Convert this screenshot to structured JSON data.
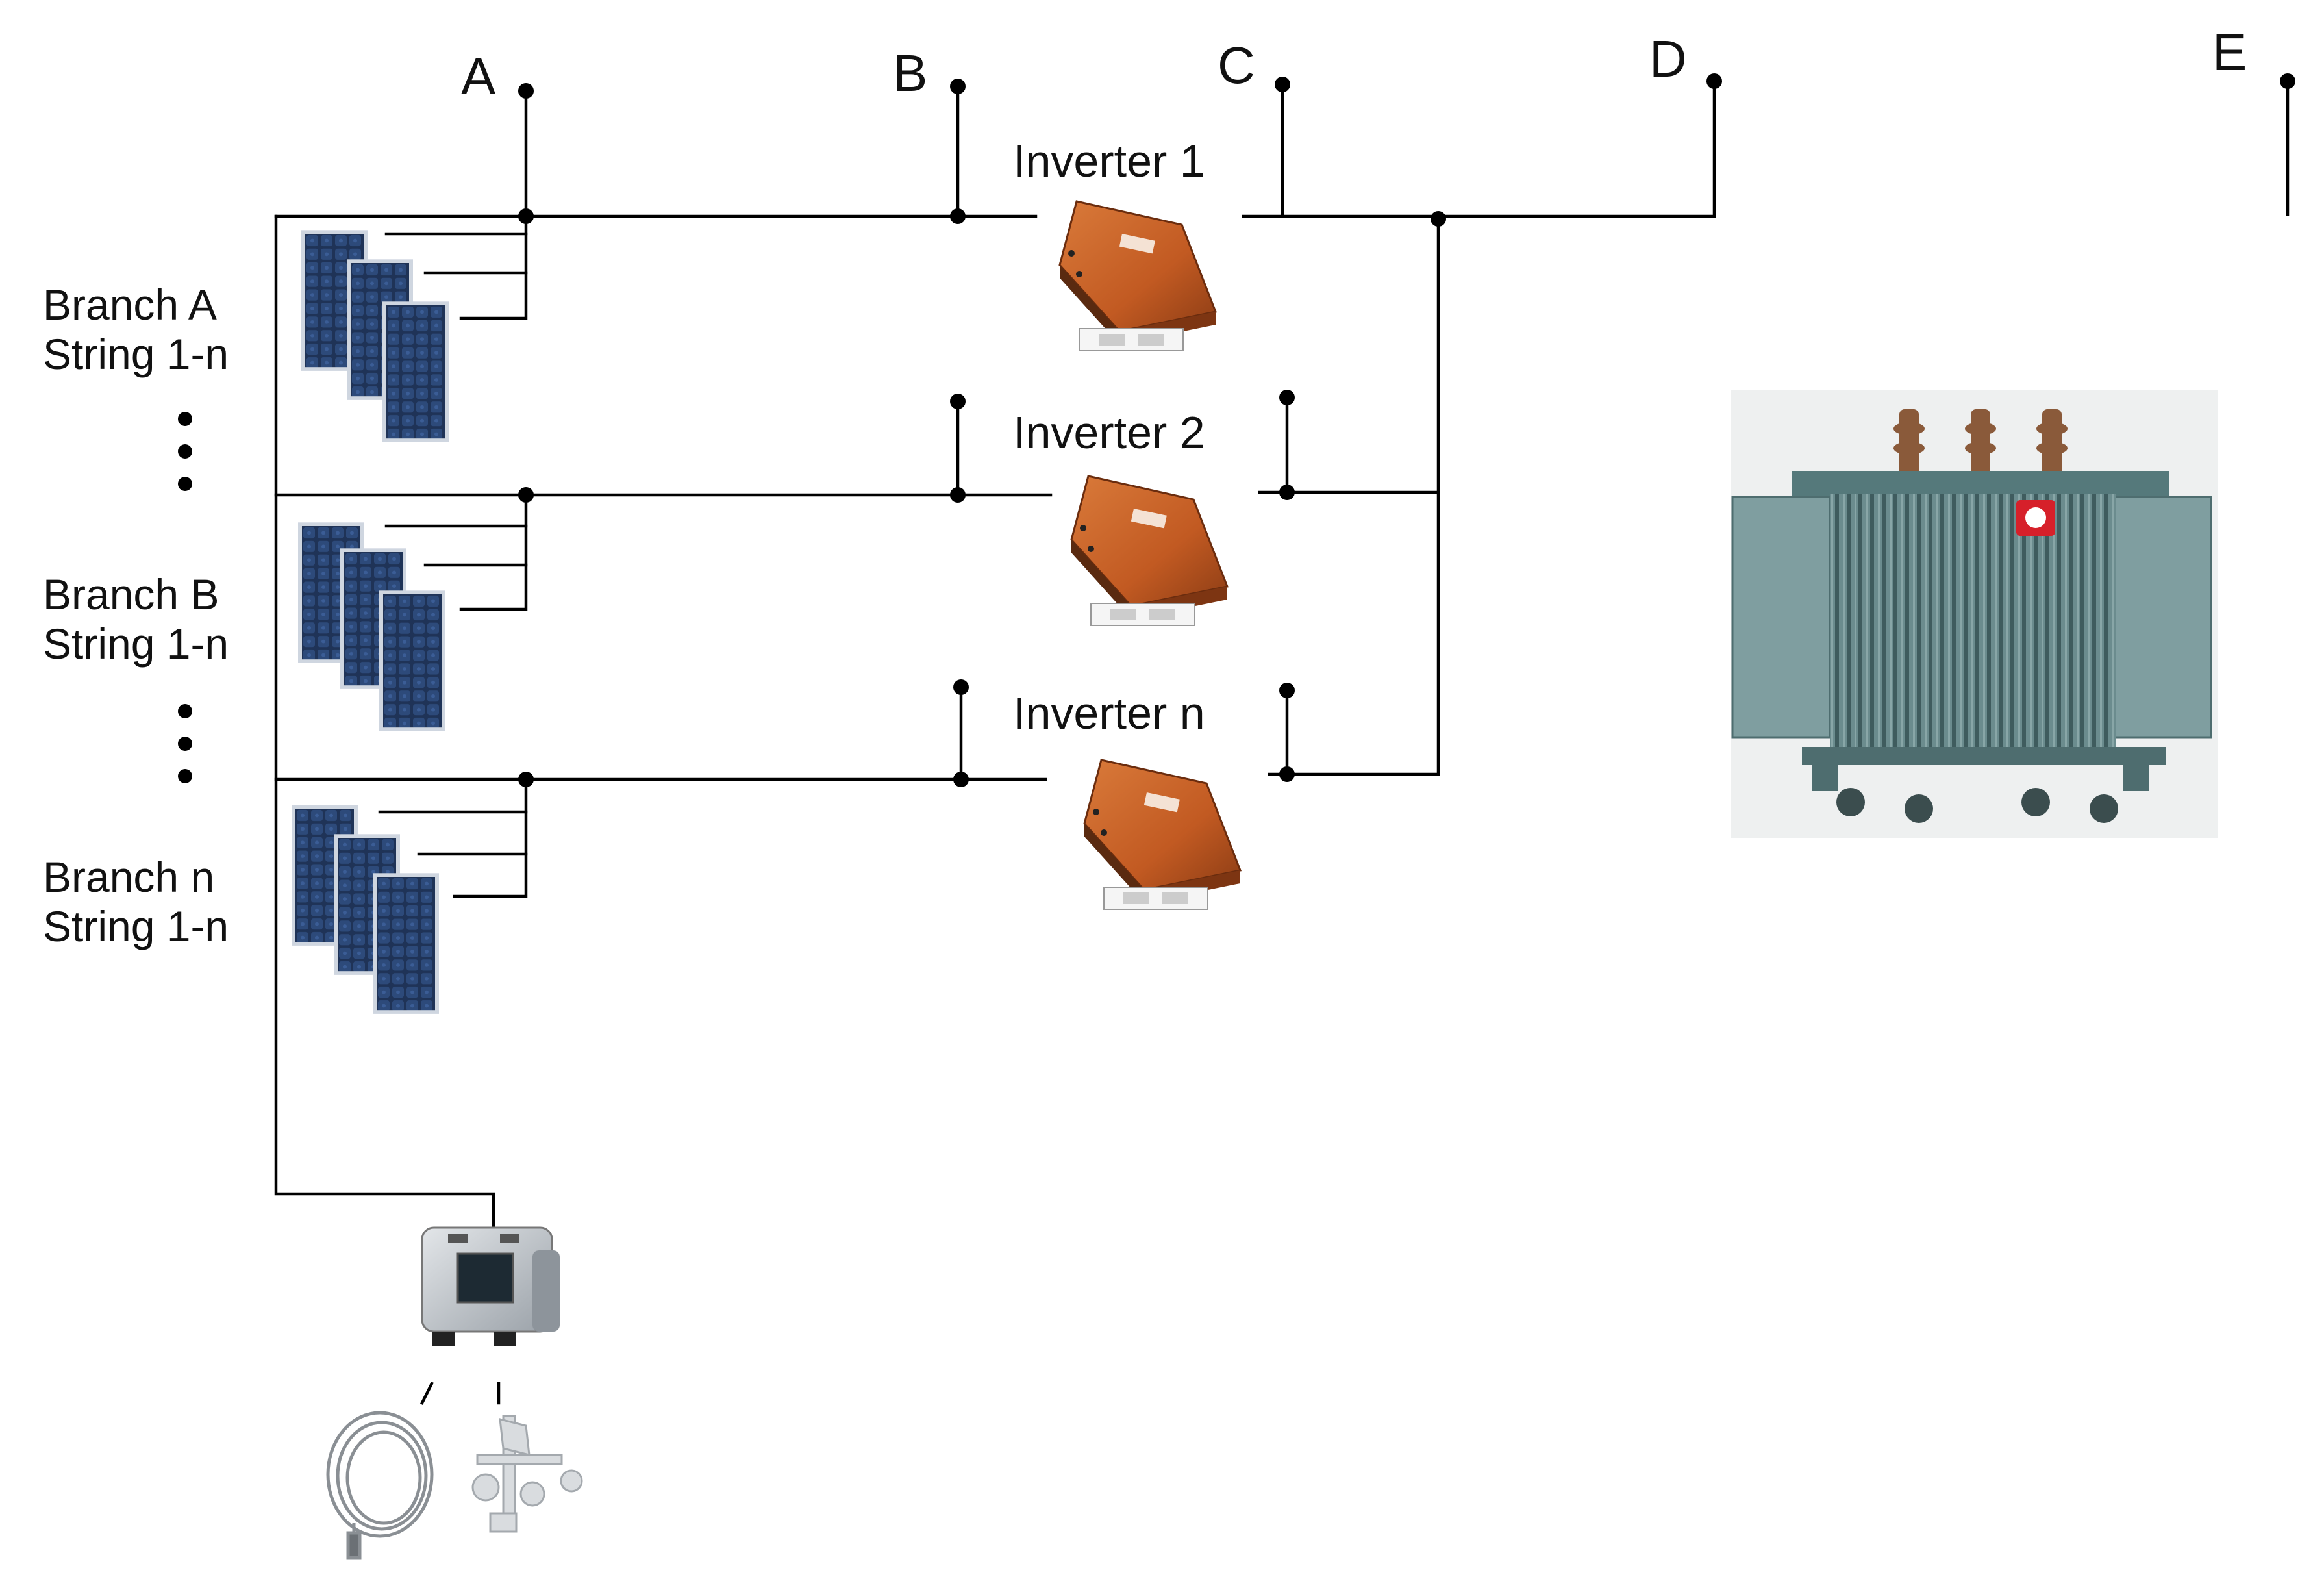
{
  "colors": {
    "wire": "#000000",
    "panel": "#1f3357",
    "panel_frame": "#cfd6e0",
    "inverter": "#c25a22",
    "inverter_dark": "#7d3512",
    "transformer": "#6b8c8e",
    "transformer_dark": "#3f5c5e",
    "transformer_bg": "#eef0f0",
    "logger": "#b8bec4"
  },
  "points": [
    {
      "label": "A"
    },
    {
      "label": "B"
    },
    {
      "label": "C"
    },
    {
      "label": "D"
    },
    {
      "label": "E"
    }
  ],
  "inverters": [
    {
      "label": "Inverter 1"
    },
    {
      "label": "Inverter 2"
    },
    {
      "label": "Inverter n"
    }
  ],
  "branches": [
    {
      "name": "Branch A",
      "strings": "String 1-n"
    },
    {
      "name": "Branch B",
      "strings": "String 1-n"
    },
    {
      "name": "Branch n",
      "strings": "String 1-n"
    }
  ],
  "icons": {
    "solar_panel": "solar-panel-icon",
    "inverter": "inverter-icon",
    "transformer": "transformer-icon",
    "data_logger": "data-logger-icon",
    "temperature_sensor": "temperature-sensor-icon",
    "anemometer": "anemometer-icon"
  }
}
